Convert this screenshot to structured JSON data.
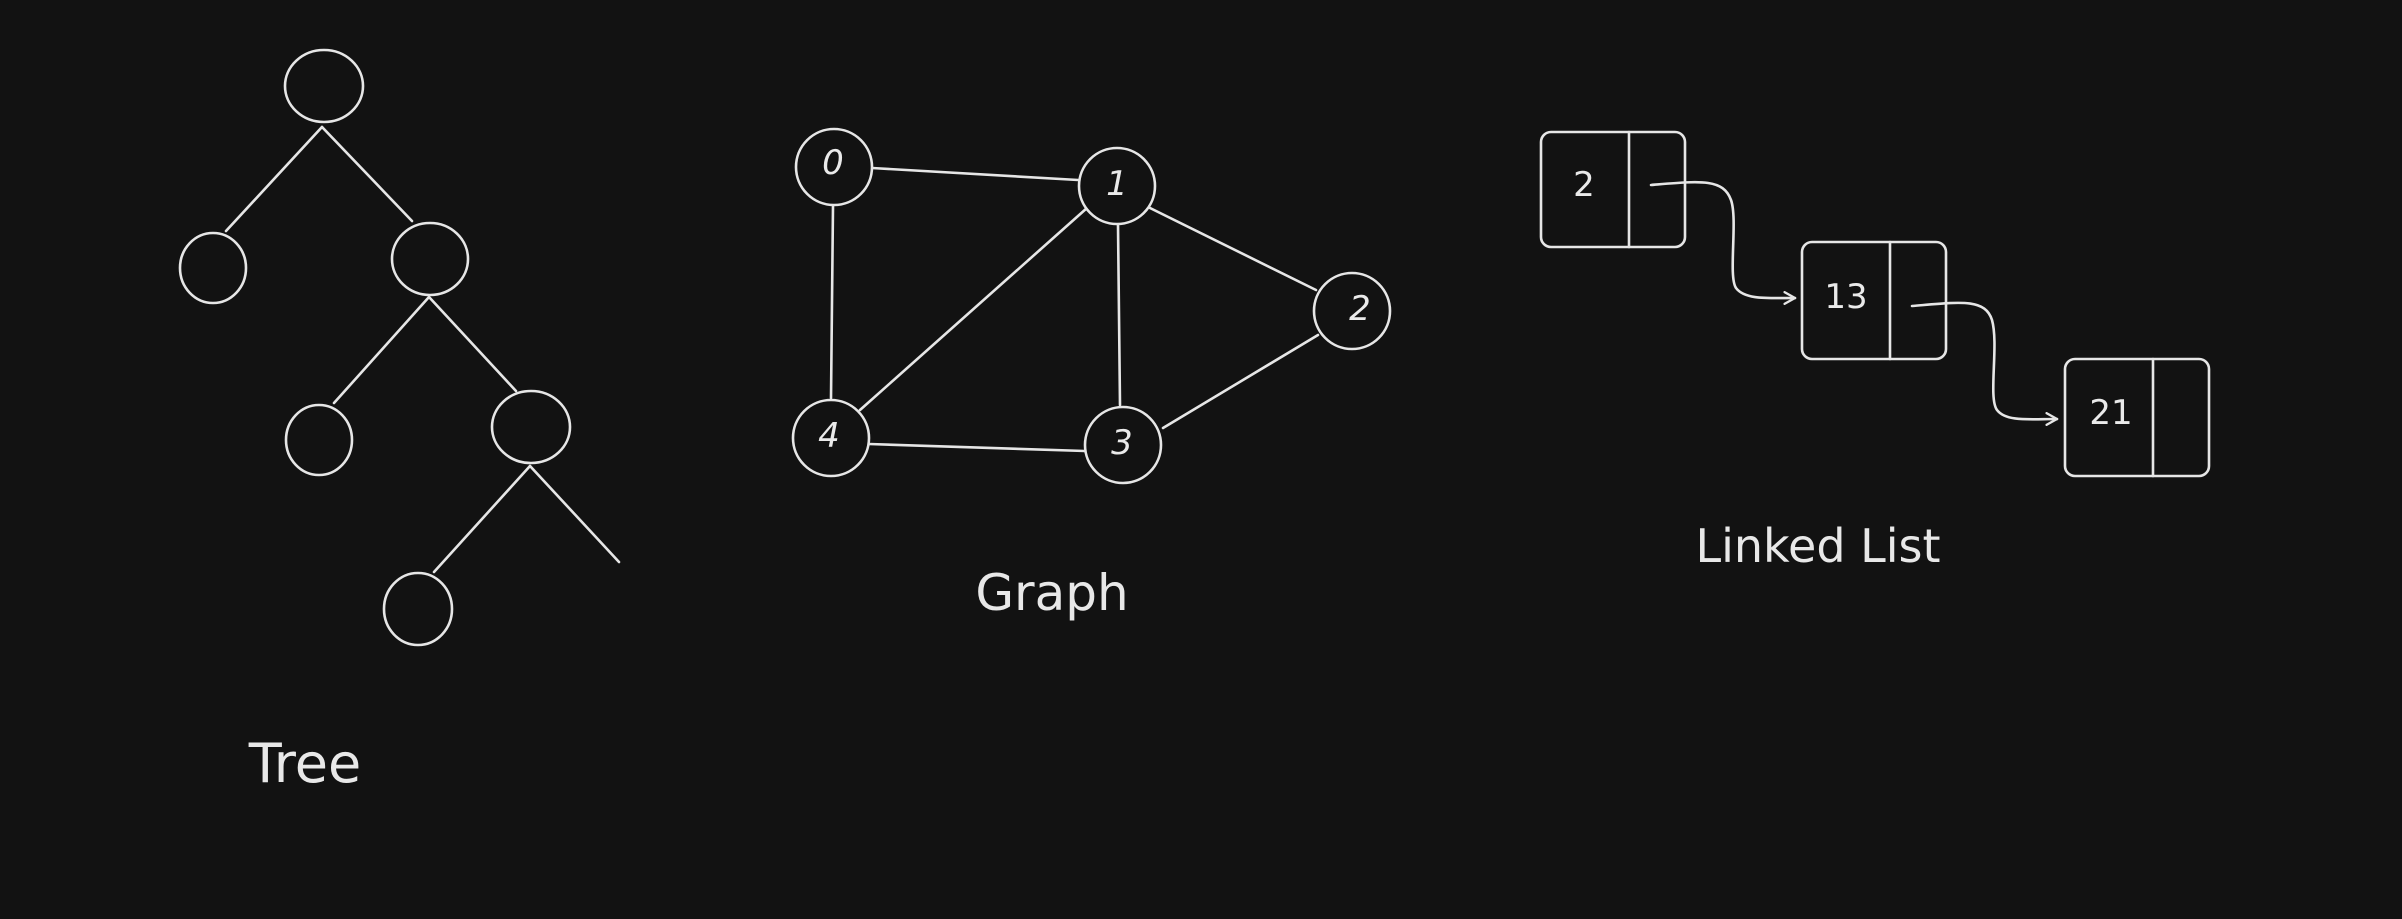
{
  "diagram": {
    "tree": {
      "caption": "Tree"
    },
    "graph": {
      "caption": "Graph",
      "nodes": [
        "0",
        "1",
        "2",
        "3",
        "4"
      ],
      "edges": [
        [
          "0",
          "1"
        ],
        [
          "0",
          "4"
        ],
        [
          "1",
          "4"
        ],
        [
          "1",
          "3"
        ],
        [
          "1",
          "2"
        ],
        [
          "4",
          "3"
        ],
        [
          "3",
          "2"
        ]
      ]
    },
    "linked_list": {
      "caption": "Linked List",
      "values": [
        "2",
        "13",
        "21"
      ]
    }
  },
  "colors": {
    "background": "#121212",
    "stroke": "#e6e6e6"
  }
}
